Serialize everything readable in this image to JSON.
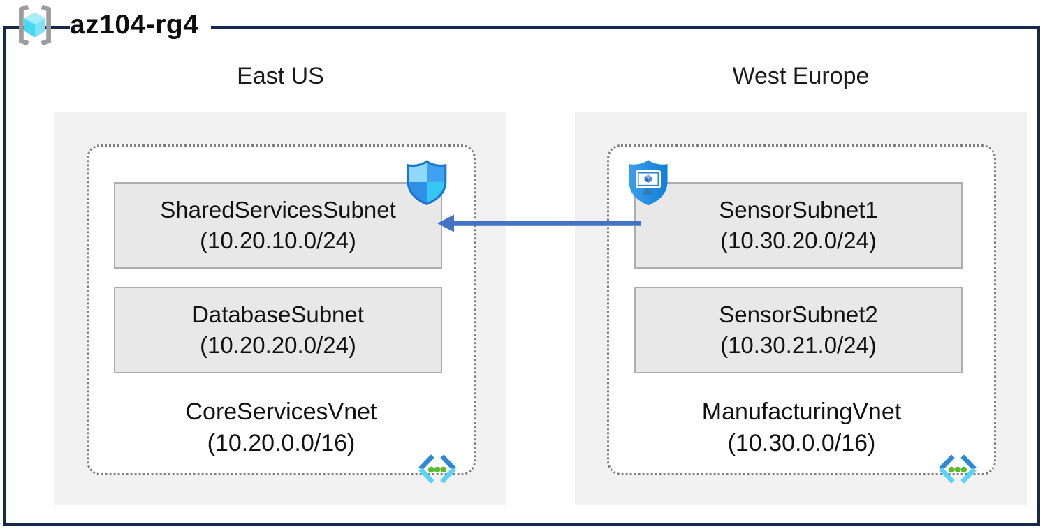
{
  "diagram": {
    "title": "az104-rg4",
    "colors": {
      "frame": "#16294D",
      "region_fill": "#F1F1F1",
      "vnet_border": "#7F7F7F",
      "subnet_fill": "#E8E8E8",
      "subnet_border": "#ADADAD",
      "arrow": "#4472C4"
    },
    "icons": {
      "resource_group": "resource-group-icon",
      "nsg": "nsg-shield-icon",
      "bastion": "bastion-shield-icon",
      "vnet": "vnet-icon"
    },
    "regions": [
      {
        "name": "East US",
        "vnet": {
          "name": "CoreServicesVnet",
          "cidr": "(10.20.0.0/16)",
          "subnets": [
            {
              "name": "SharedServicesSubnet",
              "cidr": "(10.20.10.0/24)"
            },
            {
              "name": "DatabaseSubnet",
              "cidr": "(10.20.20.0/24)"
            }
          ]
        }
      },
      {
        "name": "West Europe",
        "vnet": {
          "name": "ManufacturingVnet",
          "cidr": "(10.30.0.0/16)",
          "subnets": [
            {
              "name": "SensorSubnet1",
              "cidr": "(10.30.20.0/24)"
            },
            {
              "name": "SensorSubnet2",
              "cidr": "(10.30.21.0/24)"
            }
          ]
        }
      }
    ],
    "connection": {
      "from": "SensorSubnet1",
      "to": "SharedServicesSubnet",
      "direction": "left"
    }
  }
}
